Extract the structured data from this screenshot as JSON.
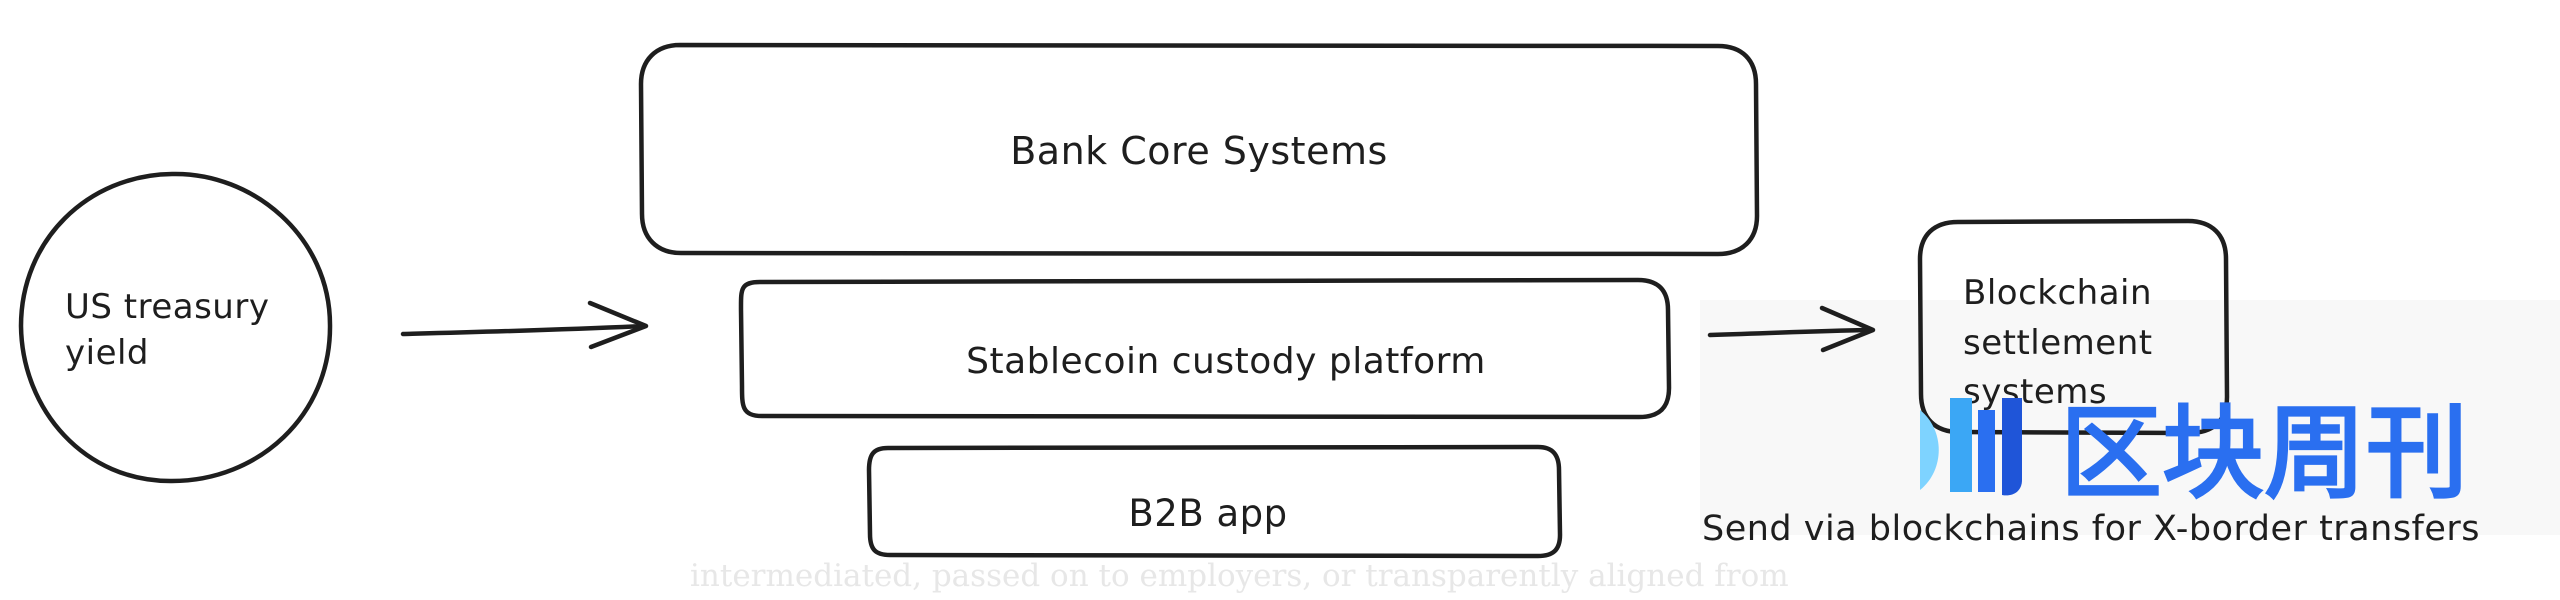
{
  "nodes": {
    "us_treasury_yield": {
      "line1": "US treasury",
      "line2": "yield"
    },
    "bank_core_systems": {
      "label": "Bank Core Systems"
    },
    "stablecoin_custody_platform": {
      "label": "Stablecoin custody platform"
    },
    "b2b_app": {
      "label": "B2B app"
    },
    "blockchain_settlement_systems": {
      "line1": "Blockchain",
      "line2": "settlement",
      "line3": "systems"
    }
  },
  "annotations": {
    "send_note": "Send via blockchains for X-border transfers",
    "background_fragment": "intermediated, passed on to employers, or transparently aligned from"
  },
  "watermark": {
    "text": "区块周刊",
    "color": "#2a6ff0"
  },
  "colors": {
    "stroke": "#1e1e1e",
    "background": "#ffffff",
    "faint_text": "#e7e7e7",
    "faint_panel": "#f6f6f6"
  }
}
